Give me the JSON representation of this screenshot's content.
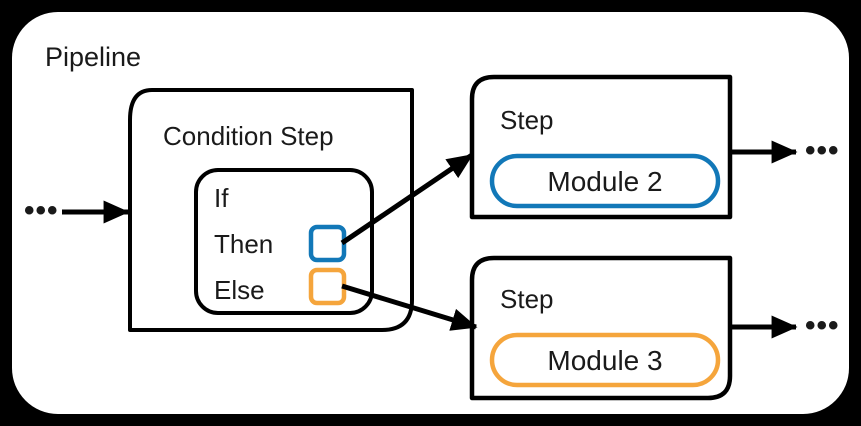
{
  "diagram": {
    "type": "flow-diagram",
    "background_color": "#000000",
    "panel_color": "#ffffff",
    "stroke_color": "#000000",
    "text_color": "#1a1a1a",
    "accent_blue": "#1278b8",
    "accent_orange": "#f5a53c",
    "pipeline": {
      "title": "Pipeline"
    },
    "condition_step": {
      "title": "Condition Step",
      "branches": [
        {
          "label": "If",
          "checkbox": false,
          "color": ""
        },
        {
          "label": "Then",
          "checkbox": true,
          "color": "#1278b8"
        },
        {
          "label": "Else",
          "checkbox": true,
          "color": "#f5a53c"
        }
      ]
    },
    "steps": [
      {
        "title": "Step",
        "module": "Module 2",
        "module_color": "#1278b8",
        "branch_from": "Then"
      },
      {
        "title": "Step",
        "module": "Module 3",
        "module_color": "#f5a53c",
        "branch_from": "Else"
      }
    ],
    "ellipses": {
      "input": "•••",
      "output_top": "•••",
      "output_bottom": "•••"
    },
    "connectors": [
      {
        "name": "input-to-condition",
        "from": "input-ellipsis",
        "to": "condition-step"
      },
      {
        "name": "then-to-step-module-2",
        "from": "then-checkbox",
        "to": "step-module-2"
      },
      {
        "name": "else-to-step-module-3",
        "from": "else-checkbox",
        "to": "step-module-3"
      },
      {
        "name": "step-module-2-to-output",
        "from": "step-module-2",
        "to": "output-ellipsis-top"
      },
      {
        "name": "step-module-3-to-output",
        "from": "step-module-3",
        "to": "output-ellipsis-bottom"
      }
    ]
  }
}
